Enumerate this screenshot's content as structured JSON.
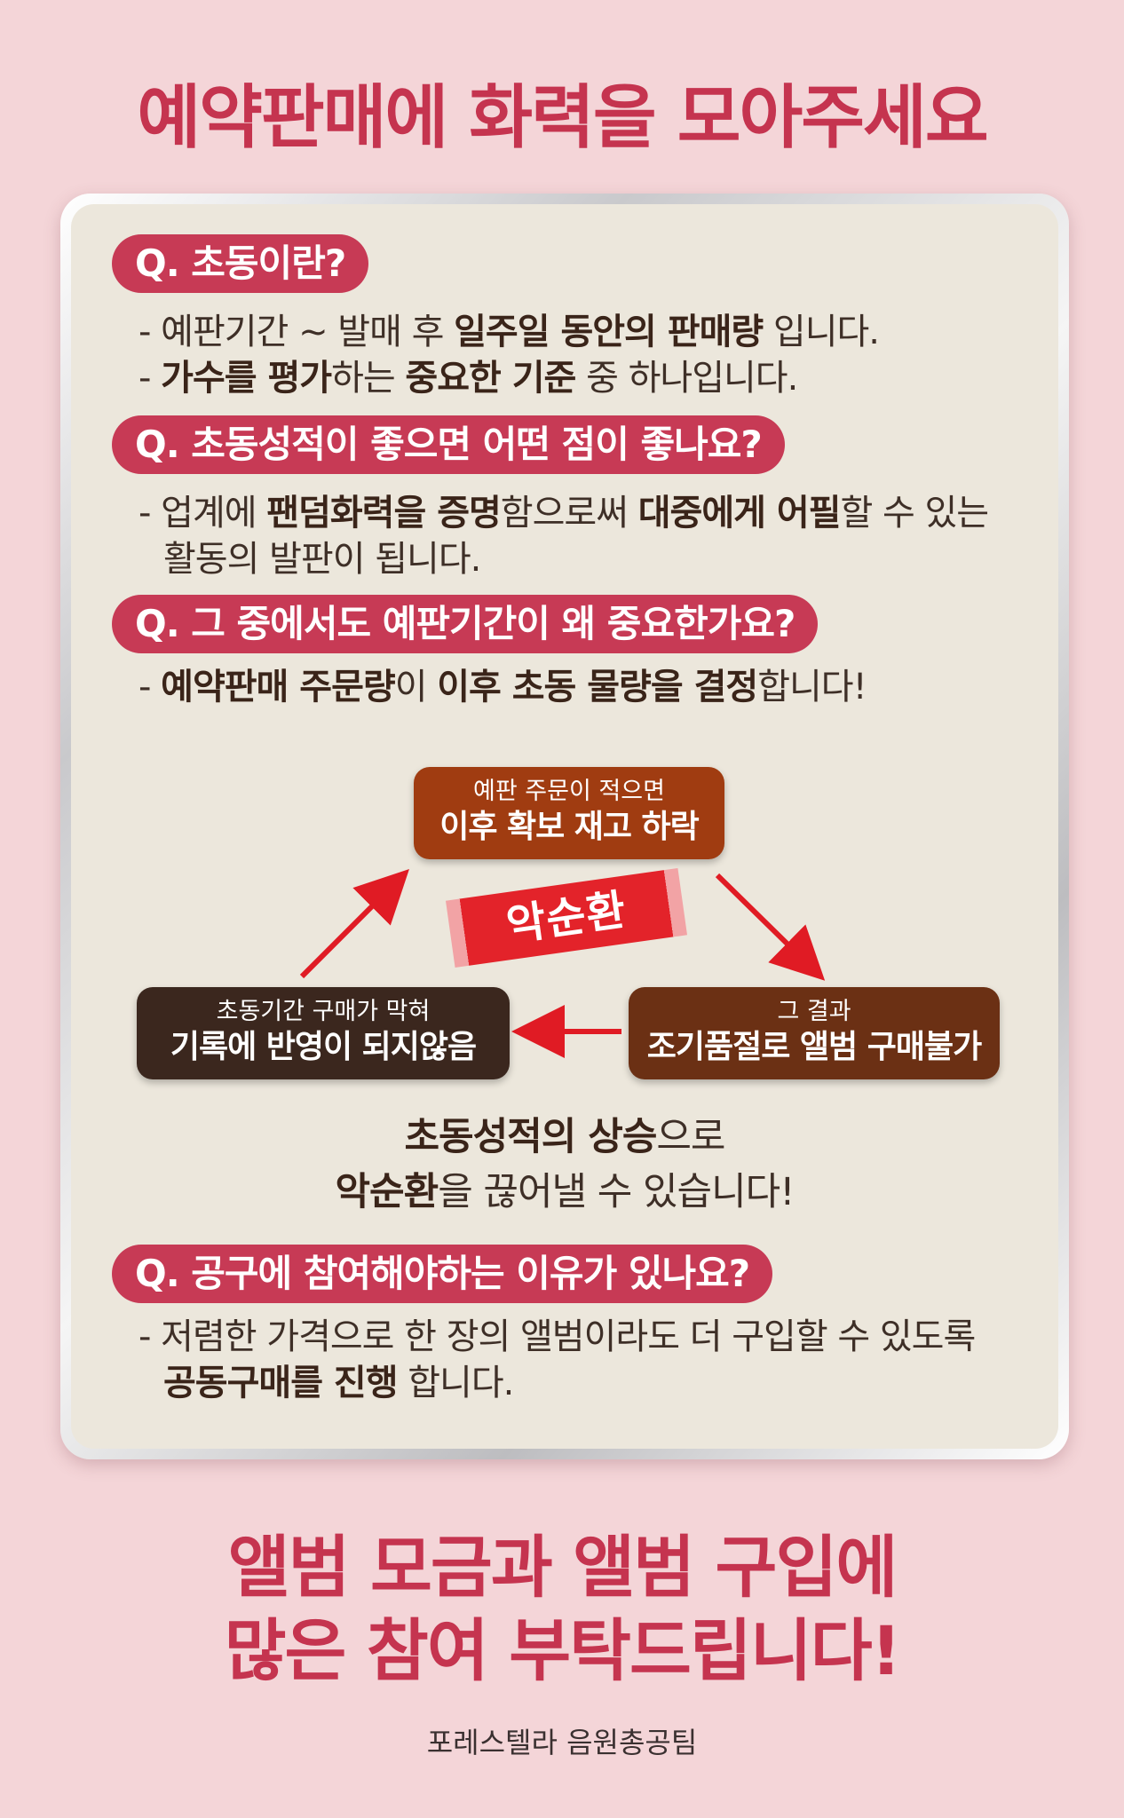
{
  "title": "예약판매에 화력을 모아주세요",
  "qa": [
    {
      "question": "Q. 초동이란?",
      "answer_lines": [
        [
          "- 예판기간 ~ 발매 후 ",
          "일주일 동안의 판매량",
          " 입니다."
        ],
        [
          "- ",
          "가수를 평가",
          "하는 ",
          "중요한 기준",
          " 중 하나입니다."
        ]
      ]
    },
    {
      "question": "Q. 초동성적이 좋으면 어떤 점이 좋나요?",
      "answer_lines": [
        [
          "- 업계에 ",
          "팬덤화력을 증명",
          "함으로써 ",
          "대중에게 어필",
          "할 수 있는"
        ],
        [
          "활동의 발판이 됩니다."
        ]
      ]
    },
    {
      "question": "Q. 그 중에서도 예판기간이 왜 중요한가요?",
      "answer_lines": [
        [
          "- ",
          "예약판매 주문량",
          "이 ",
          "이후 초동 물량을 결정",
          "합니다!"
        ]
      ]
    },
    {
      "question": "Q. 공구에 참여해야하는 이유가 있나요?",
      "answer_lines": [
        [
          "- 저렴한 가격으로 한 장의 앨범이라도 더 구입할 수 있도록"
        ],
        [
          "공동구매를 진행",
          " 합니다."
        ]
      ]
    }
  ],
  "cycle": {
    "label": "악순환",
    "top": {
      "small": "예판 주문이 적으면",
      "big": "이후 확보 재고 하락"
    },
    "right": {
      "small": "그 결과",
      "big": "조기품절로 앨범 구매불가"
    },
    "left": {
      "small": "초동기간 구매가 막혀",
      "big": "기록에 반영이 되지않음"
    },
    "summary_line1_bold": "초동성적의 상승",
    "summary_line1_rest": "으로",
    "summary_line2_bold": "악순환",
    "summary_line2_rest": "을 끊어낼 수 있습니다!"
  },
  "closing": {
    "line1": "앨범 모금과 앨범 구입에",
    "line2": "많은 참여 부탁드립니다!"
  },
  "credit": "포레스텔라 음원총공팀",
  "colors": {
    "background": "#f4d5d8",
    "accent": "#c5344f",
    "pill": "#c73a55",
    "card": "#ece7dc",
    "arrow": "#e01b24"
  }
}
